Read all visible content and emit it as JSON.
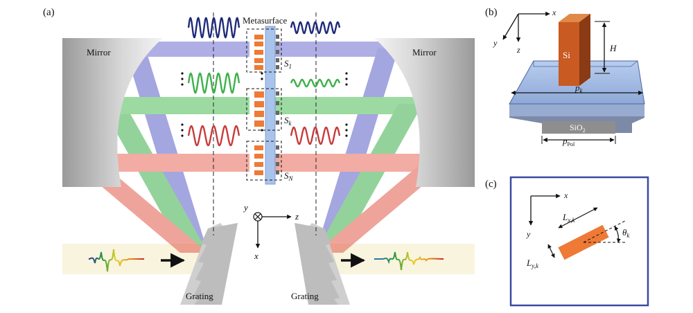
{
  "panels": {
    "a": {
      "label": "(a)",
      "mirror_left": "Mirror",
      "mirror_right": "Mirror",
      "metasurface": "Metasurface",
      "grating_left": "Grating",
      "grating_right": "Grating",
      "section_labels": [
        {
          "letter": "S",
          "sub": "1"
        },
        {
          "letter": "S",
          "sub": "k"
        },
        {
          "letter": "S",
          "sub": "N"
        }
      ],
      "axes": {
        "y": "y",
        "z": "z",
        "x": "x"
      },
      "beam_colors": {
        "blue": "#5a5ec8",
        "green": "#3cb04a",
        "red": "#e25a4a",
        "wave_blue": "#1e2a7a"
      }
    },
    "b": {
      "label": "(b)",
      "axes": {
        "x": "x",
        "y": "y",
        "z": "z"
      },
      "pillar": "Si",
      "height": "H",
      "period": {
        "letter": "p",
        "sub": "k"
      },
      "substrate": {
        "main": "SiO",
        "sub": "2"
      },
      "pol_period": {
        "letter": "p",
        "sub": "Pol"
      }
    },
    "c": {
      "label": "(c)",
      "axes": {
        "x": "x",
        "y": "y"
      },
      "length_x": {
        "letter": "L",
        "sub": "x,k"
      },
      "length_y": {
        "letter": "L",
        "sub": "y,k"
      },
      "angle": {
        "letter": "θ",
        "sub": "k"
      }
    }
  }
}
